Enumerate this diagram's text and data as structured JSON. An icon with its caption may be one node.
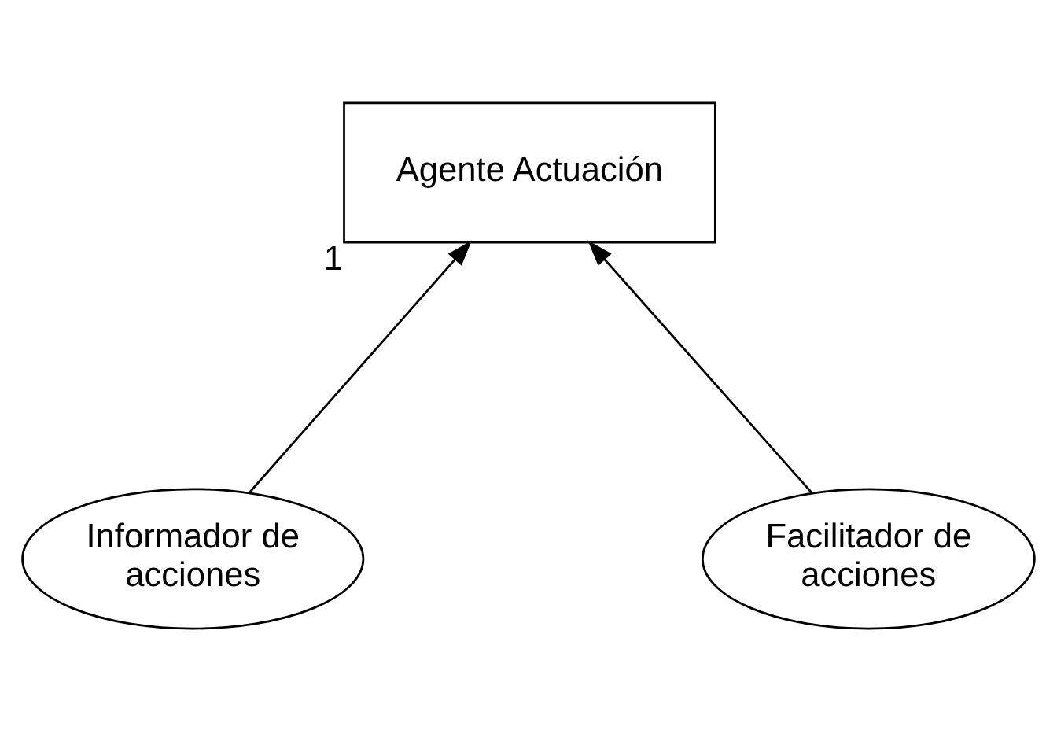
{
  "diagram": {
    "nodes": [
      {
        "text": [
          "Agente Actuación"
        ],
        "beside": [
          "1"
        ]
      },
      {
        "text": [
          "Informador de acciones"
        ]
      },
      {
        "text": [
          "Facilitador de acciones"
        ]
      }
    ],
    "edges": [
      {
        "from": 1,
        "to": 0,
        "arrow": "to"
      },
      {
        "from": 2,
        "to": 0,
        "arrow": "to"
      }
    ]
  }
}
